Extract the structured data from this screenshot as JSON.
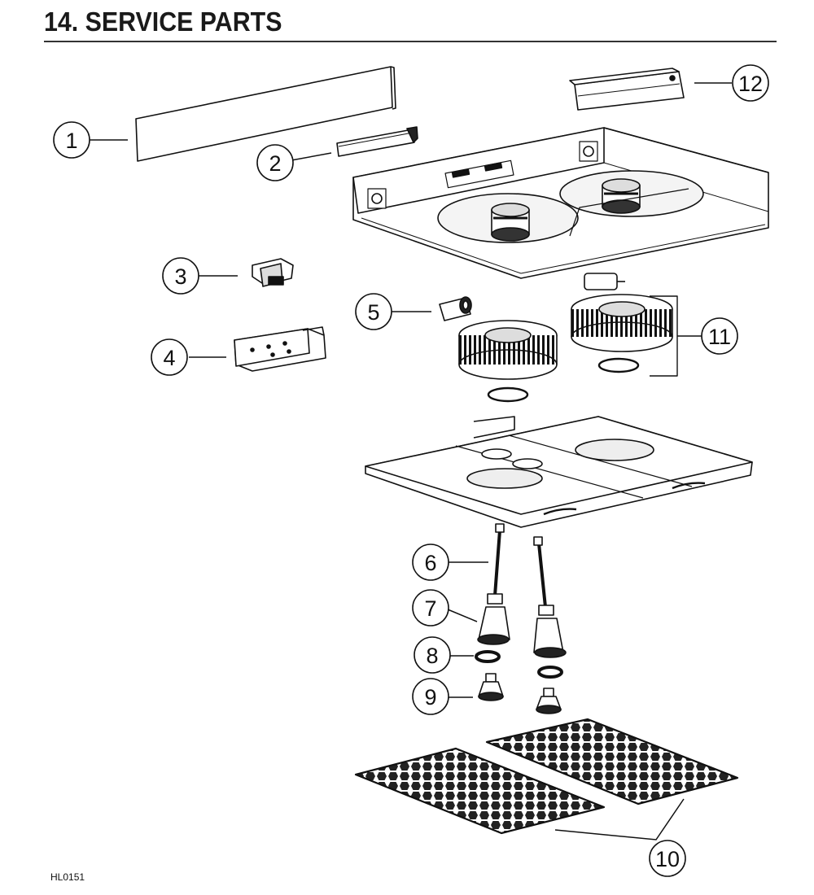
{
  "title": "14.  SERVICE PARTS",
  "document_code": "HL0151",
  "callouts": [
    {
      "number": "1"
    },
    {
      "number": "2"
    },
    {
      "number": "3"
    },
    {
      "number": "4"
    },
    {
      "number": "5"
    },
    {
      "number": "6"
    },
    {
      "number": "7"
    },
    {
      "number": "8"
    },
    {
      "number": "9"
    },
    {
      "number": "10"
    },
    {
      "number": "11"
    },
    {
      "number": "12"
    }
  ]
}
